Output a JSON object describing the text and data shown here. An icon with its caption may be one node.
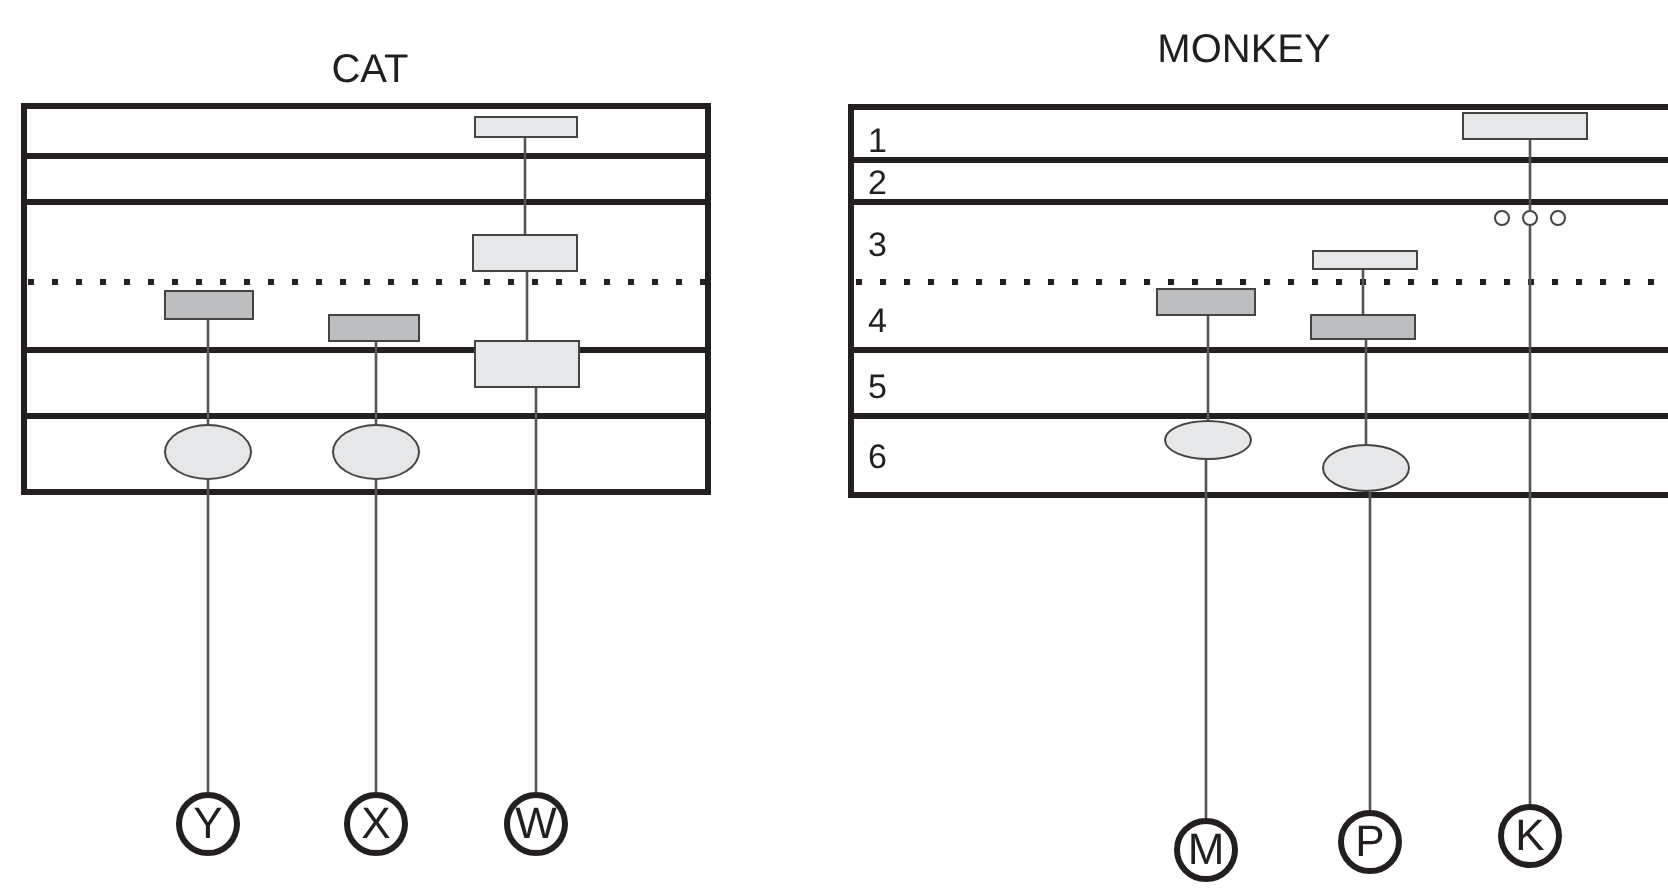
{
  "diagram": {
    "nodes": [
      {
        "text": [],
        "shape": "box"
      },
      {
        "text": [],
        "shape": "box"
      },
      {
        "text": [],
        "shape": "box"
      },
      {
        "text": [],
        "shape": "box"
      },
      {
        "text": [],
        "shape": "box"
      },
      {
        "text": [],
        "shape": "ellipse"
      },
      {
        "text": [],
        "shape": "ellipse"
      },
      {
        "text": [],
        "shape": "box"
      },
      {
        "text": [],
        "shape": "circle"
      },
      {
        "text": [],
        "shape": "circle"
      },
      {
        "text": [],
        "shape": "circle"
      },
      {
        "text": [],
        "shape": "box"
      },
      {
        "text": [],
        "shape": "box"
      },
      {
        "text": [],
        "shape": "box"
      },
      {
        "text": [],
        "shape": "ellipse"
      },
      {
        "text": [],
        "shape": "ellipse"
      },
      {
        "text": [
          "Y"
        ]
      },
      {
        "text": [
          "X"
        ]
      },
      {
        "text": [
          "W"
        ]
      },
      {
        "text": [
          "M"
        ]
      },
      {
        "text": [
          "P"
        ]
      },
      {
        "text": [
          "K"
        ]
      }
    ],
    "edges": [
      {
        "from": 16,
        "to": 5,
        "arrow": "none"
      },
      {
        "from": 5,
        "to": 2,
        "arrow": "none"
      },
      {
        "from": 17,
        "to": 6,
        "arrow": "none"
      },
      {
        "from": 6,
        "to": 3,
        "arrow": "none"
      },
      {
        "from": 18,
        "to": 4,
        "arrow": "none"
      },
      {
        "from": 4,
        "to": 1,
        "arrow": "none"
      },
      {
        "from": 1,
        "to": 0,
        "arrow": "none"
      },
      {
        "from": 19,
        "to": 14,
        "arrow": "none"
      },
      {
        "from": 14,
        "to": 12,
        "arrow": "none"
      },
      {
        "from": 20,
        "to": 15,
        "arrow": "none"
      },
      {
        "from": 15,
        "to": 13,
        "arrow": "none"
      },
      {
        "from": 13,
        "to": 11,
        "arrow": "none"
      },
      {
        "from": 21,
        "to": 9,
        "arrow": "none"
      },
      {
        "from": 9,
        "to": 7,
        "arrow": "none"
      }
    ],
    "labels": [
      "CAT",
      "MONKEY",
      "1",
      "2",
      "3",
      "4",
      "5",
      "6"
    ]
  }
}
